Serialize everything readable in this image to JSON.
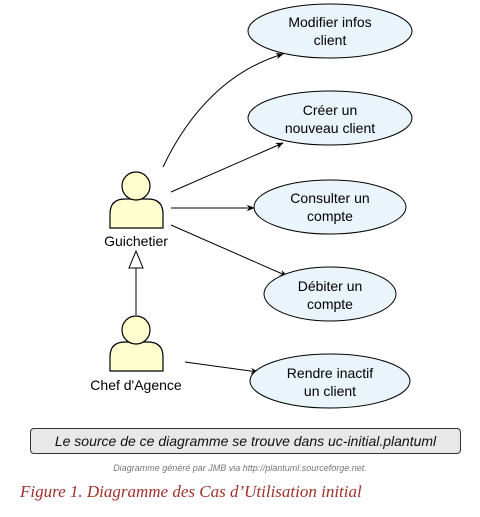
{
  "actors": {
    "guichetier": "Guichetier",
    "chef": "Chef d'Agence"
  },
  "use_cases": {
    "modifier": [
      "Modifier infos",
      "client"
    ],
    "creer": [
      "Créer un",
      "nouveau client"
    ],
    "consulter": [
      "Consulter un",
      "compte"
    ],
    "debiter": [
      "Débiter un",
      "compte"
    ],
    "rendre": [
      "Rendre inactif",
      "un client"
    ]
  },
  "note": "Le source de ce diagramme se trouve dans uc-initial.plantuml",
  "credit": "Diagramme généré par JMB via http://plantuml.sourceforge.net.",
  "caption": "Figure 1. Diagramme des Cas d’Utilisation initial",
  "colors": {
    "usecase_fill": "#eaf4fb",
    "actor_fill": "#fefece",
    "stroke": "#000000",
    "caption": "#a0302a"
  }
}
